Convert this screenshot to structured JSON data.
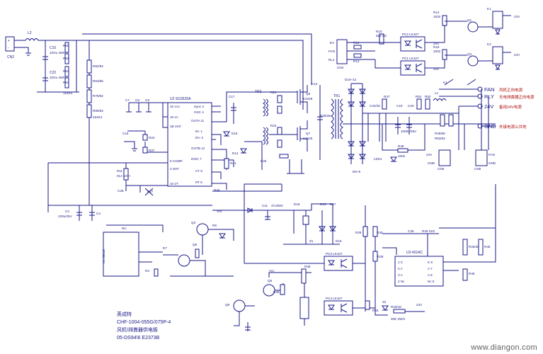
{
  "title_block": {
    "line1": "英成特",
    "line2": "CHF-1004-055G/075P-4",
    "line3": "风机\\排粪器供电板",
    "line4": "05-DS94\\6 E2373B"
  },
  "watermark": "www.diangon.com",
  "outputs": {
    "fan": "FAN",
    "fan_note": "风机正向电源",
    "rly": "RLY",
    "rly_note": "无电排粪器正向电源",
    "v24": "24V",
    "v24_note": "备用24V电源",
    "gnd": "GND",
    "gnd_note": "外接电源公共地"
  },
  "ic": {
    "u2": "U2  SG3525A",
    "u3": "U3  431AC",
    "u1": "U1  384xE",
    "u2_pins_left": [
      "15 Vcc",
      "16 Vc",
      "1B Vref",
      "9 COMP",
      "3 SHT",
      "10 2T"
    ],
    "u2_pins_right": [
      "Sync 2",
      "OSC 4",
      "OUTA 11",
      "IN- 1",
      "IN+ 2",
      "OUTB 14",
      "DISC 7",
      "CT 5",
      "RT 6"
    ],
    "u3_pins": [
      "1 C",
      "2 A",
      "3 A",
      "4 Nc",
      "A 7",
      "A 6",
      "Nc 5",
      "K 8"
    ]
  },
  "labels": {
    "cn2": "CN2",
    "cn3": "CN3",
    "cn4": "CN4",
    "cn5": "CN5",
    "cn6": "CN6",
    "l2": "L2",
    "l1": "L1",
    "c10": "C10",
    "c10_val": "10Gu 450V",
    "c22": "C22",
    "c22_val": "10Gu 450V",
    "r60": "R60",
    "r61": "R61",
    "r63": "R63",
    "r64": "R64",
    "r62_84": "R62/84",
    "r63_85": "R63/85",
    "r78_82": "R78/82",
    "r80_83": "R80/83",
    "r_val_154": "154K2",
    "tr2": "TR2",
    "tr1": "TR1",
    "q8": "Q8",
    "q8_val": "K2226",
    "q7": "Q7",
    "q7_val": "K2226",
    "pc2": "PC2  LK107",
    "pc1": "PC1  LK107",
    "pc3": "PC3  LK107",
    "pc4": "PC4  LK107",
    "k1": "K1",
    "k2": "K2",
    "r14": "R14",
    "r14_val": "1002",
    "r18": "R18",
    "r18_val": "1002",
    "q1": "Q1",
    "q2": "Q2",
    "d10_12": "D10~12",
    "d6_9": "D6~9",
    "r47": "R47",
    "r51": "R51",
    "r52": "R52",
    "c24_26": "C24/26",
    "c19": "C19",
    "c20": "C20",
    "c20_val": "1000u/35V",
    "r49_50": "R49/50",
    "r53_54": "R53/54",
    "led1": "LED1",
    "r48": "R48",
    "r48_val": "1002",
    "ev": "EV",
    "fan": "FAN",
    "rl1": "RL1",
    "r12": "R12",
    "r13": "R13",
    "r10": "R10",
    "r10_val": "512 0G",
    "vcc": "Vcc",
    "c11": "C11",
    "c11_val": "47u/50V",
    "c12": "C12",
    "c2": "C2",
    "c2_val": "220u/25V",
    "c4": "C4",
    "c28": "C28",
    "c25": "C25",
    "r44": "R44",
    "r40": "R40 01D",
    "r26": "R26/28",
    "r27": "R27",
    "r24": "R24",
    "r41": "R41",
    "c15": "C15",
    "c17": "C17",
    "c7": "C7",
    "c8": "C8",
    "c9": "C9",
    "d15": "D15",
    "d14": "D14",
    "d16": "D16",
    "d17": "D17",
    "d18": "D18",
    "d19": "D19",
    "z1": "Z1",
    "q3": "Q3",
    "q5": "Q5",
    "q6": "Q6",
    "q9": "Q9",
    "r7": "R7",
    "r2": "R2",
    "r8": "R8",
    "r11": "R11",
    "r11_val": "01A 1OH",
    "r21": "R21",
    "r22": "R22",
    "r25": "R25",
    "r29": "R29",
    "r30": "R30",
    "r36": "R36",
    "r38": "R38",
    "r45": "R45",
    "r46": "R46",
    "r39": "R39",
    "r33": "R33",
    "z2": "Z2",
    "r19_18": "R19/18",
    "r19_val": "20E 2W/2"
  }
}
